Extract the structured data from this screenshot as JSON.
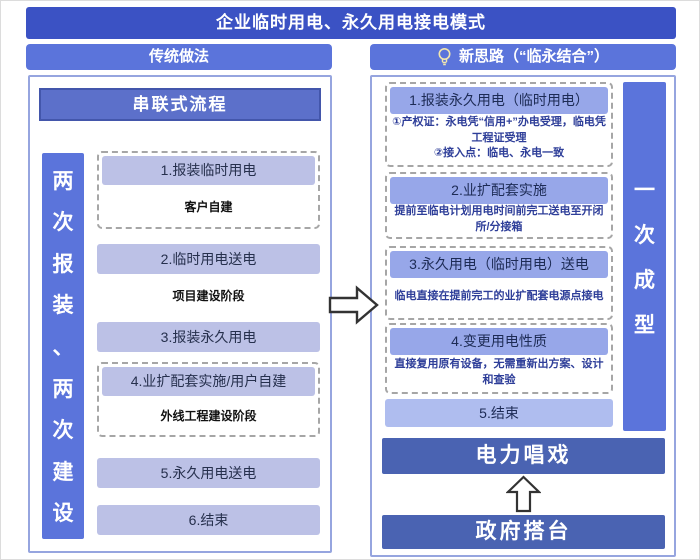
{
  "title": "企业临时用电、永久用电接电模式",
  "left_panel": {
    "header": "传统做法",
    "process_title": "串联式流程",
    "vertical_label": "两次报装、两次建设",
    "steps": {
      "s1": {
        "label": "1.报装临时用电",
        "note": "客户自建"
      },
      "s2": {
        "label": "2.临时用电送电"
      },
      "phase_note": "项目建设阶段",
      "s3": {
        "label": "3.报装永久用电"
      },
      "s4": {
        "label": "4.业扩配套实施/用户自建",
        "note": "外线工程建设阶段"
      },
      "s5": {
        "label": "5.永久用电送电"
      },
      "s6": {
        "label": "6.结束"
      }
    }
  },
  "right_panel": {
    "header": "新思路（“临永结合”）",
    "icon": "lightbulb-icon",
    "vertical_label": "一次成型",
    "steps": {
      "s1": {
        "label": "1.报装永久用电（临时用电）",
        "detail_line1": "①产权证：永电凭“信用+”办电受理，临电凭工程证受理",
        "detail_line2": "②接入点：临电、永电一致"
      },
      "s2": {
        "label": "2.业扩配套实施",
        "detail": "提前至临电计划用电时间前完工送电至开闭所/分接箱"
      },
      "s3": {
        "label": "3.永久用电（临时用电）送电",
        "detail": "临电直接在提前完工的业扩配套电源点接电"
      },
      "s4": {
        "label": "4.变更用电性质",
        "detail": "直接复用原有设备，无需重新出方案、设计和查验"
      },
      "s5": {
        "label": "5.结束"
      }
    },
    "power_bar": "电力唱戏",
    "gov_bar": "政府搭台"
  },
  "colors": {
    "title_bar": "#3B52C4",
    "section_header": "#5B74DB",
    "panel_border": "#96A5DF",
    "process_bar_fill": "#5C70CA",
    "process_bar_border": "#4356AB",
    "vertical_bar": "#5B74DB",
    "left_step_fill": "#BCC1E6",
    "right_step_fill": "#97A7E9",
    "right_step5_fill": "#AFBDEF",
    "detail_text": "#2E3E99",
    "stage_bar": "#4A63B2",
    "dashed_border": "#A6A6A6"
  }
}
